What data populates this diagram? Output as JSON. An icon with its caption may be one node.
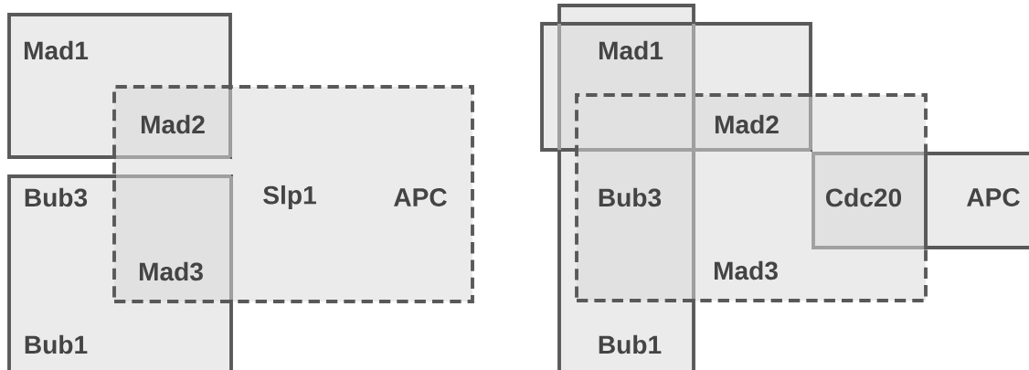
{
  "diagram": {
    "nodes": [
      {
        "text": [
          "Mad1"
        ]
      },
      {
        "text": [
          "Bub3",
          "Bub1"
        ]
      },
      {
        "text": [
          "Slp1",
          "APC"
        ]
      },
      {
        "text": [
          "Bub3",
          "Bub1"
        ]
      },
      {
        "text": [
          "Mad1"
        ]
      },
      {
        "text": [
          "Mad3"
        ]
      },
      {
        "text": [
          "Cdc20"
        ],
        "in": 5
      },
      {
        "text": [
          "APC"
        ]
      }
    ],
    "labels": [
      "Mad2",
      "Mad3",
      "Mad2"
    ]
  }
}
